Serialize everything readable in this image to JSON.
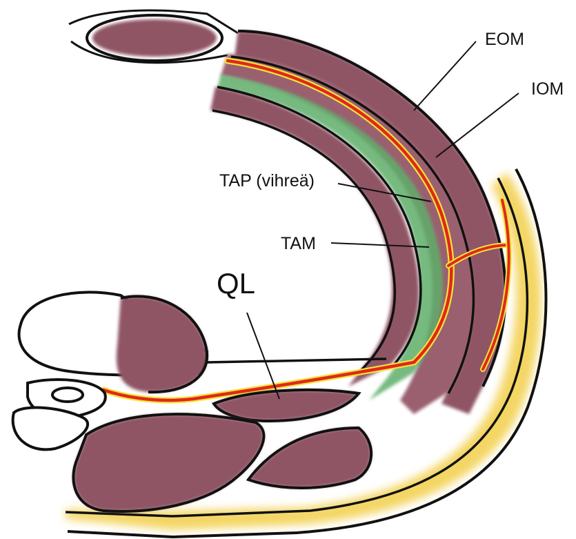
{
  "labels": {
    "eom": "EOM",
    "iom": "IOM",
    "tap": "TAP (vihreä)",
    "tam": "TAM",
    "ql": "QL"
  },
  "colors": {
    "muscle": "#8f5465",
    "muscle_light": "#b2818f",
    "outline": "#111111",
    "fascia_green": "#5fae6a",
    "nerve_red": "#e0281c",
    "nerve_yellow": "#f3e33a",
    "fat_yellow": "#f2cf4a"
  }
}
